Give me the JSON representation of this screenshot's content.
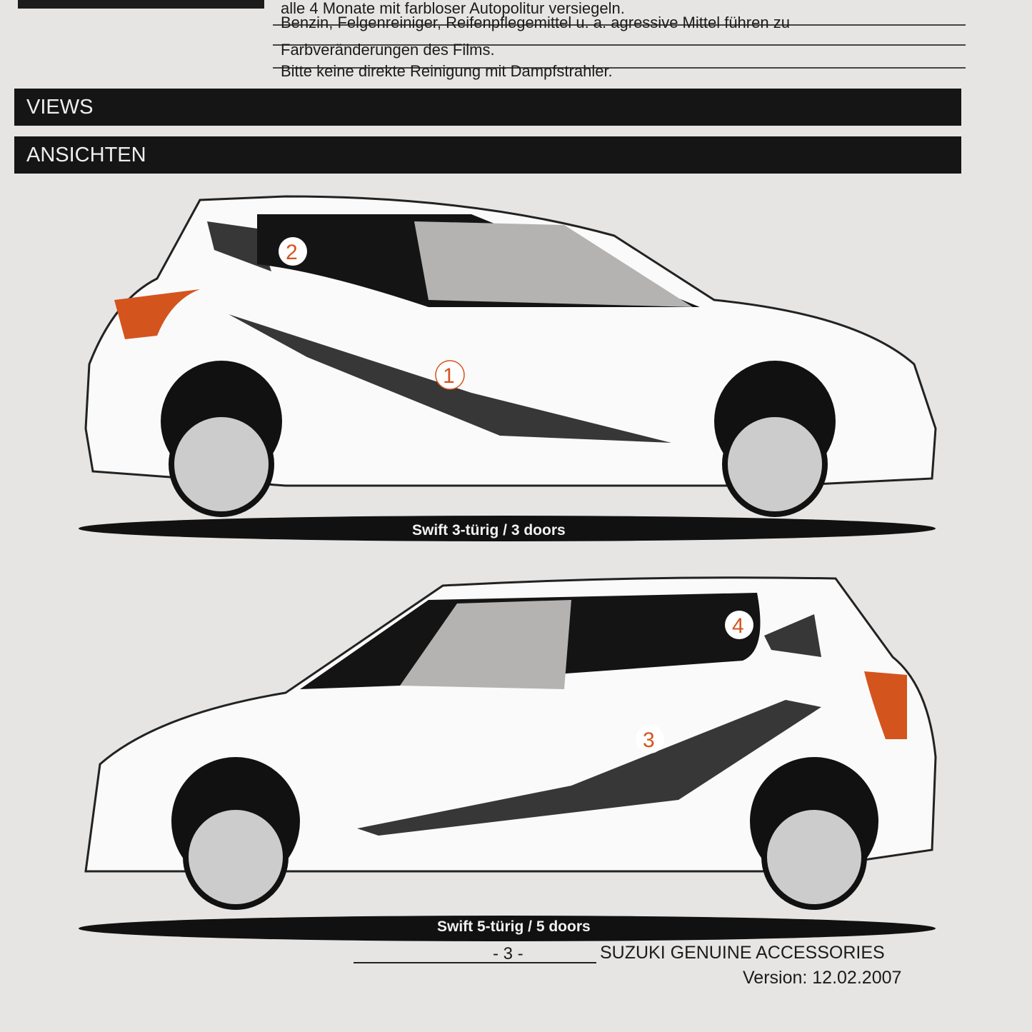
{
  "care_notes": [
    "alle 4 Monate mit farbloser Autopolitur versiegeln.",
    "Benzin, Felgenreiniger, Reifenpflegemittel u. a. agressive Mittel führen zu",
    "Farbveränderungen des Films.",
    "Bitte keine direkte Reinigung mit Dampfstrahler."
  ],
  "sections": {
    "views": "VIEWS",
    "ansichten": "ANSICHTEN"
  },
  "cars": [
    {
      "caption": "Swift 3-türig / 3 doors",
      "markers": [
        "1",
        "2"
      ]
    },
    {
      "caption": "Swift 5-türig / 5 doors",
      "markers": [
        "3",
        "4"
      ]
    }
  ],
  "footer": {
    "page": "- 3 -",
    "brand": "SUZUKI GENUINE ACCESSORIES",
    "version": "Version: 12.02.2007"
  },
  "colors": {
    "band": "#151515",
    "marker": "#d4541e",
    "taillight": "#d4541e",
    "glass": "#b5b3b1"
  }
}
